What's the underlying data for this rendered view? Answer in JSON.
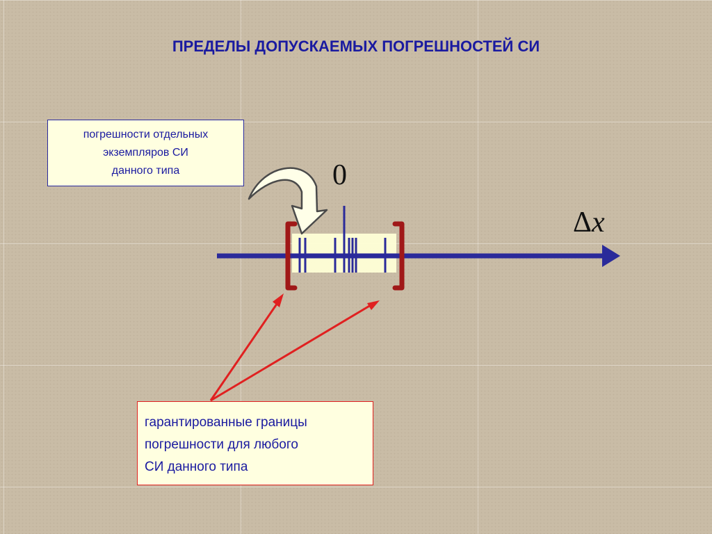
{
  "title": "ПРЕДЕЛЫ ДОПУСКАЕМЫХ ПОГРЕШНОСТЕЙ СИ",
  "top_box": {
    "lines": [
      "погрешности отдельных",
      "экземпляров СИ",
      "данного типа"
    ]
  },
  "bottom_box": {
    "lines": [
      "гарантированные границы",
      "погрешности для любого",
      "СИ данного типа"
    ]
  },
  "axis": {
    "zero_label": "0",
    "delta_symbol": "Δ",
    "variable": "x"
  },
  "colors": {
    "title": "#1a1aa0",
    "axis": "#2a2a9a",
    "brackets": "#a01818",
    "arrows": "#e02020",
    "curved_arrow_fill": "#ffffe8",
    "curved_arrow_stroke": "#4a4a4a"
  },
  "icons": [
    "curved-arrow-icon",
    "arrowhead-icon"
  ]
}
